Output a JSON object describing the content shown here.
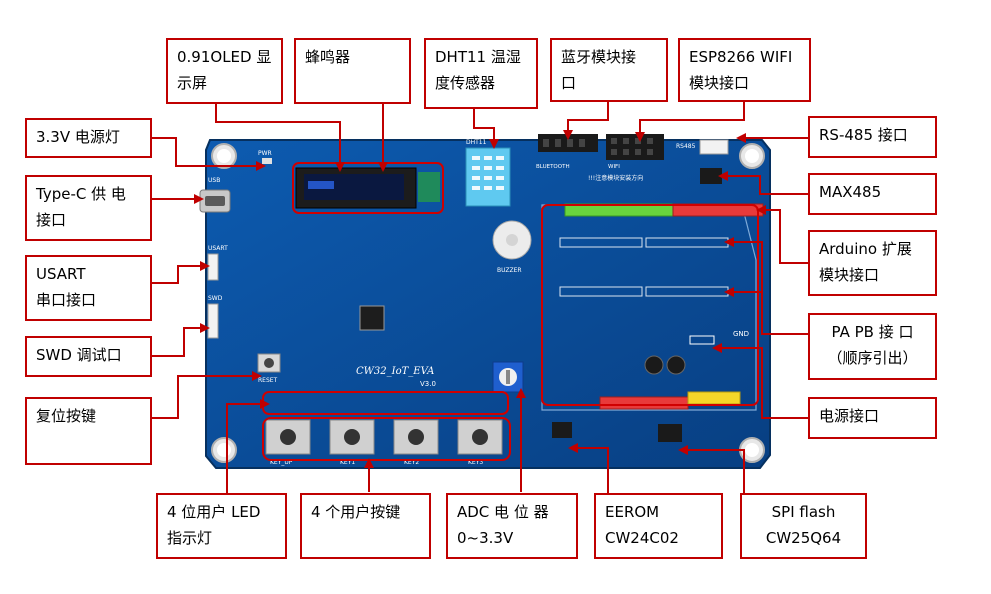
{
  "colors": {
    "callout_border": "#c00000",
    "board": "#0b4f9e",
    "board_dark": "#083b78"
  },
  "labels": {
    "oled": "0.91OLED 显\n示屏",
    "buzzer": "蜂鸣器",
    "dht11": "DHT11 温湿\n度传感器",
    "bluetooth": "蓝牙模块接\n口",
    "esp8266": "ESP8266   WIFI\n模块接口",
    "power_led": "3.3V 电源灯",
    "typec": "Type-C  供 电\n接口",
    "usart": "USART\n串口接口",
    "swd": "SWD 调试口",
    "reset": "复位按键",
    "rs485": "RS-485 接口",
    "max485": "MAX485",
    "arduino": "Arduino 扩展\n模块接口",
    "papb": "PA  PB  接 口\n（顺序引出）",
    "power_port": "电源接口",
    "user_led": "4 位用户 LED\n指示灯",
    "user_keys": "4 个用户按键",
    "adc": "ADC 电 位 器\n0~3.3V",
    "eerom": "EEROM\nCW24C02",
    "spiflash": "SPI flash\nCW25Q64"
  },
  "board": {
    "model": "CW32_IoT_EVA",
    "version": "V3.0",
    "silk_usb": "USB",
    "silk_usart": "USART",
    "silk_swd": "SWD",
    "silk_pwr": "PWR",
    "silk_rs485": "RS485",
    "silk_dht": "DHT11",
    "silk_bt": "BLUETOOTH",
    "silk_wifi": "WIFI",
    "silk_buzzer": "BUZZER",
    "silk_gnd": "GND",
    "silk_reset": "RESET",
    "silk_notice": "!!!注意模块安装方向",
    "key_labels": [
      "KEY_UP",
      "KEY1",
      "KEY2",
      "KEY3"
    ]
  }
}
